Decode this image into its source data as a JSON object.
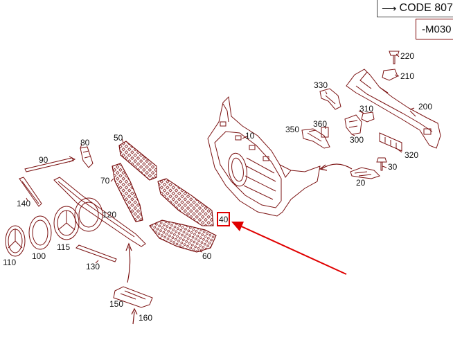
{
  "header": {
    "code_label": "CODE 807",
    "model_label": "-M030"
  },
  "parts": {
    "p10": "10",
    "p20": "20",
    "p30": "30",
    "p40": "40",
    "p50": "50",
    "p60": "60",
    "p70": "70",
    "p80": "80",
    "p90": "90",
    "p100": "100",
    "p110": "110",
    "p115": "115",
    "p120": "120",
    "p130": "130",
    "p140": "140",
    "p150": "150",
    "p160": "160",
    "p200": "200",
    "p210": "210",
    "p220": "220",
    "p300": "300",
    "p310": "310",
    "p320": "320",
    "p330": "330",
    "p350": "350",
    "p360": "360"
  },
  "colors": {
    "line": "#7a1010",
    "highlight": "#e00000",
    "text": "#111111"
  },
  "highlight": {
    "part": "40"
  }
}
